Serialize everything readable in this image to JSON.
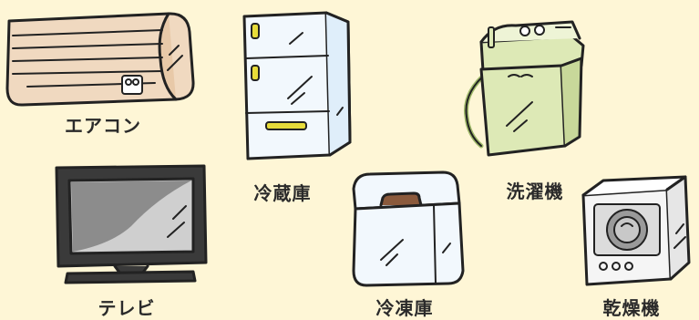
{
  "appliances": [
    {
      "id": "air-conditioner",
      "label": "エアコン",
      "body_color": "#f0d9c0"
    },
    {
      "id": "refrigerator",
      "label": "冷蔵庫",
      "body_color": "#f2f8fd"
    },
    {
      "id": "washing-machine",
      "label": "洗濯機",
      "body_color": "#dde9b6"
    },
    {
      "id": "television",
      "label": "テレビ",
      "body_color": "#3a3a3a"
    },
    {
      "id": "freezer",
      "label": "冷凍庫",
      "body_color": "#f2f8fd"
    },
    {
      "id": "dryer",
      "label": "乾燥機",
      "body_color": "#f5f5f5"
    }
  ],
  "colors": {
    "background": "#fef6d6",
    "outline": "#222222",
    "accent_yellow": "#e8dc3a",
    "accent_brown": "#8b5a3c"
  }
}
